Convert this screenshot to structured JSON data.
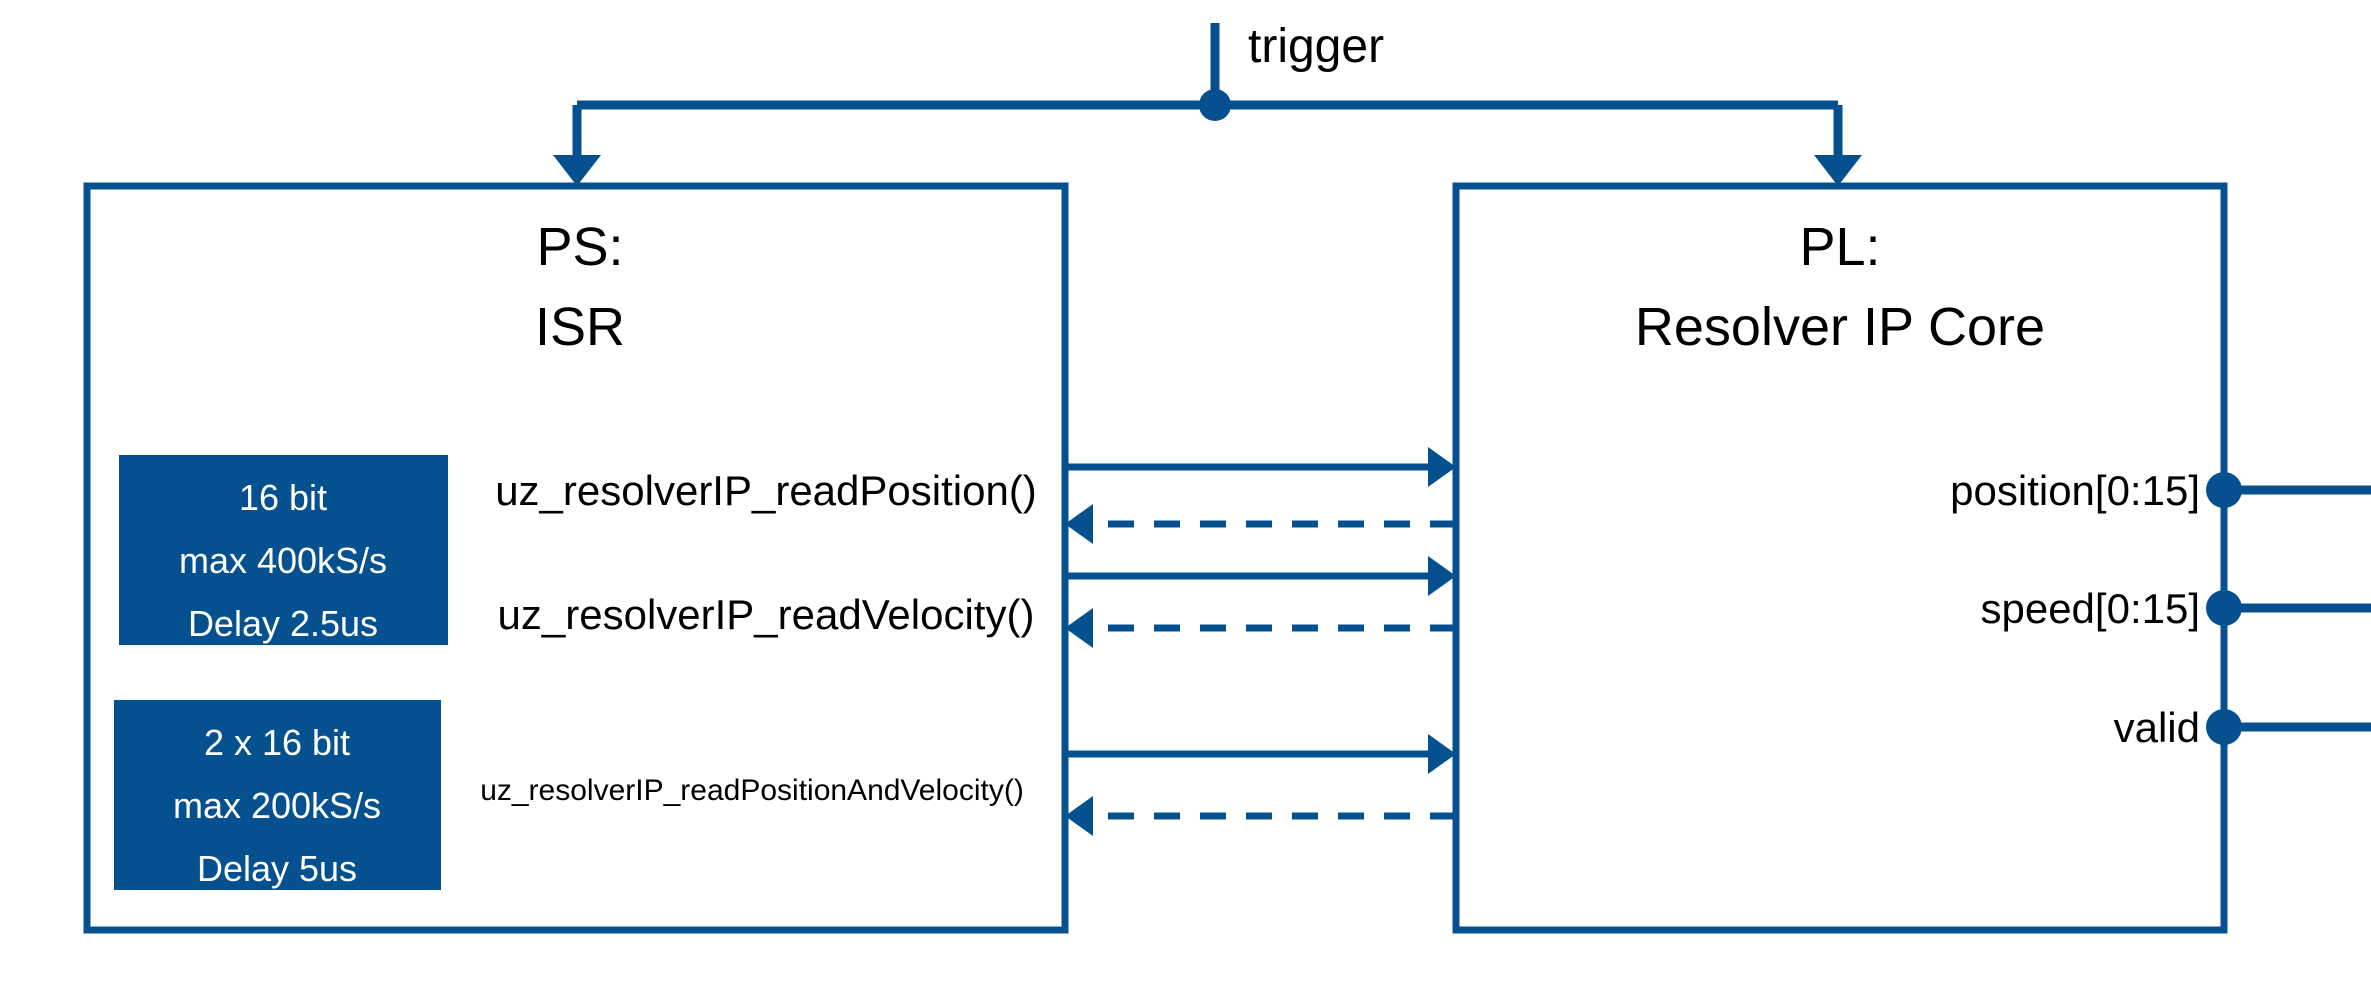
{
  "diagram": {
    "title_hidden": "",
    "signals": {
      "trigger": "trigger"
    },
    "blocks": [
      {
        "id": "ps",
        "line1": "PS:",
        "line2": "ISR"
      },
      {
        "id": "pl",
        "line1": "PL:",
        "line2": "Resolver IP Core"
      }
    ],
    "spec_boxes": [
      {
        "id": "spec-1",
        "line1": "16 bit",
        "line2": "max 400kS/s",
        "line3": "Delay 2.5us"
      },
      {
        "id": "spec-2",
        "line1": "2 x 16 bit",
        "line2": "max 200kS/s",
        "line3": "Delay 5us"
      }
    ],
    "api_calls": [
      {
        "id": "call-read-position",
        "label": "uz_resolverIP_readPosition()"
      },
      {
        "id": "call-read-velocity",
        "label": "uz_resolverIP_readVelocity()"
      },
      {
        "id": "call-read-position-and-velocity",
        "label": "uz_resolverIP_readPositionAndVelocity()"
      }
    ],
    "output_ports": [
      {
        "id": "port-position",
        "label": "position[0:15]"
      },
      {
        "id": "port-speed",
        "label": "speed[0:15]"
      },
      {
        "id": "port-valid",
        "label": "valid"
      }
    ],
    "colors": {
      "accent": "#05518F",
      "fill": "#05518F",
      "text": "#000000",
      "spec_text": "#ffffff",
      "background": "#ffffff"
    }
  }
}
